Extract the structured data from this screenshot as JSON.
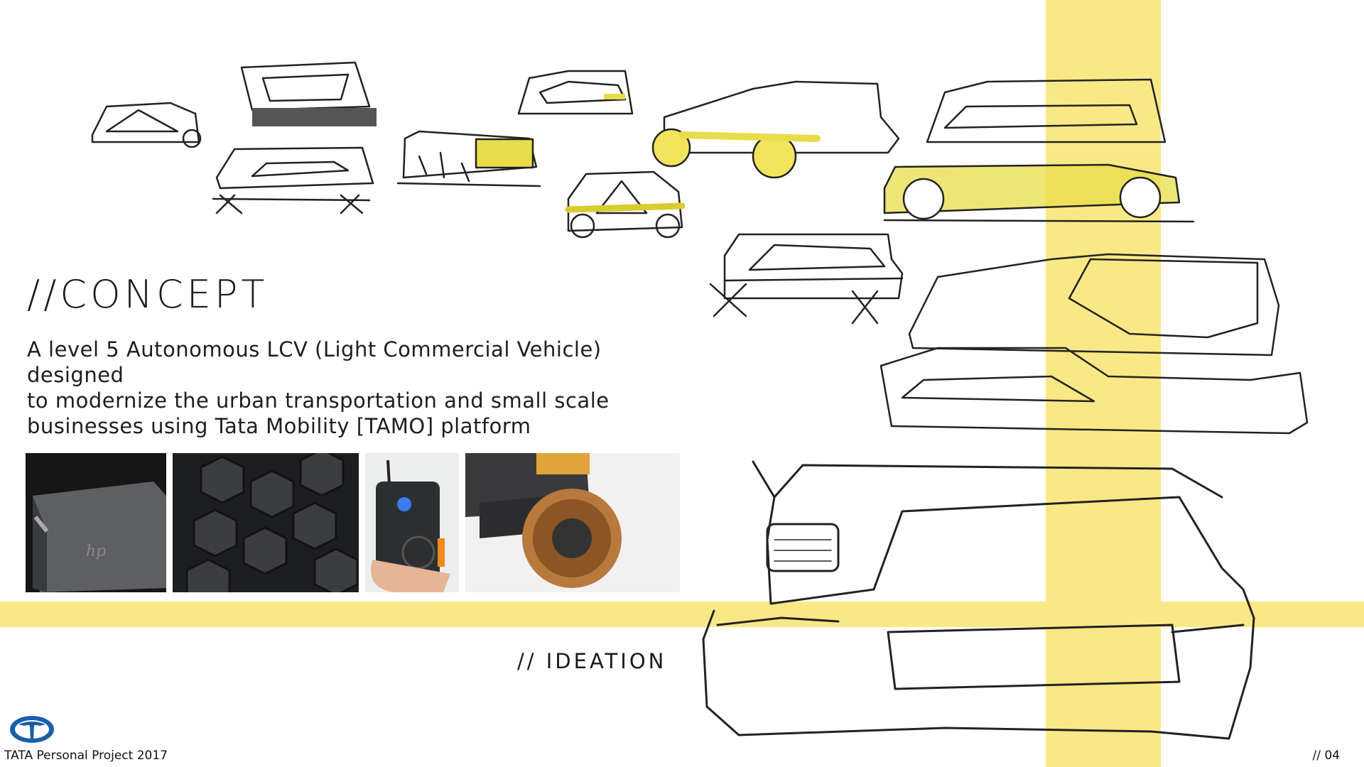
{
  "concept": {
    "title": "//CONCEPT",
    "description_lines": [
      "A level 5 Autonomous LCV (Light Commercial Vehicle) designed",
      "to modernize the urban transportation and small scale",
      "businesses using Tata Mobility [TAMO] platform"
    ]
  },
  "ideation_label": "// IDEATION",
  "moodboard": {
    "images": [
      "hp-workstation-image",
      "hexagon-tiles-image",
      "handheld-device-image",
      "offroad-tire-image"
    ]
  },
  "footer": {
    "project_label": "TATA Personal Project 2017",
    "page_number": "// 04"
  },
  "colors": {
    "accent_yellow": "#f9e986",
    "sketch_yellow": "#e8dc4a",
    "logo_blue": "#1b5fa8"
  }
}
